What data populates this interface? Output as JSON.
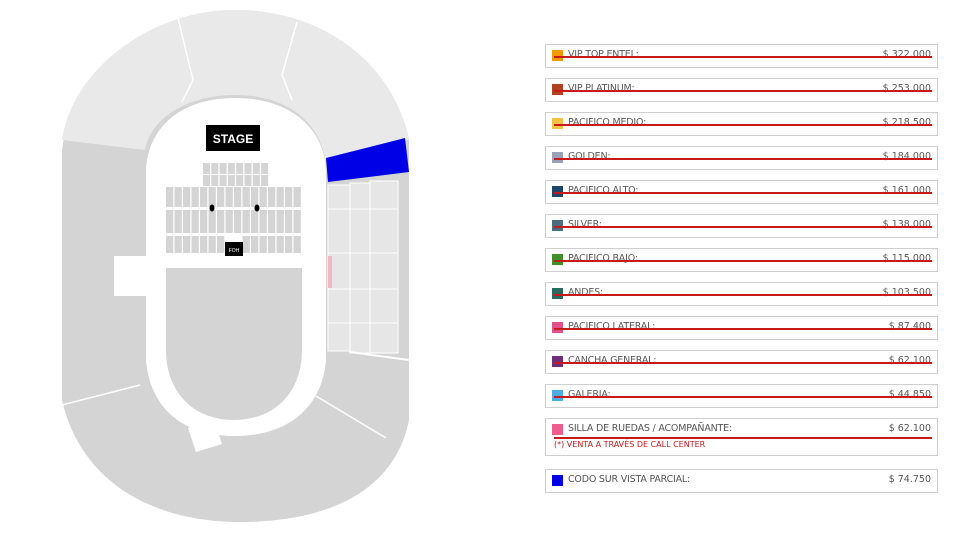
{
  "map": {
    "stage_label": "STAGE",
    "foh_label": "FOH",
    "colors": {
      "sold": "#d4d4d4",
      "upper": "#e9e9e9",
      "aisle": "#ffffff",
      "codo_sur": "#0000e6",
      "wheelchair": "#f4b6c2"
    }
  },
  "legend": [
    {
      "label": "VIP TOP ENTEL:",
      "price": "$ 322.000",
      "color": "#f29a00",
      "sold_out": true,
      "note": ""
    },
    {
      "label": "VIP PLATINUM:",
      "price": "$ 253.000",
      "color": "#b0421f",
      "sold_out": true,
      "note": ""
    },
    {
      "label": "PACIFICO MEDIO:",
      "price": "$ 218.500",
      "color": "#f5c242",
      "sold_out": true,
      "note": ""
    },
    {
      "label": "GOLDEN:",
      "price": "$ 184.000",
      "color": "#9aa0b5",
      "sold_out": true,
      "note": ""
    },
    {
      "label": "PACIFICO ALTO:",
      "price": "$ 161.000",
      "color": "#1e4669",
      "sold_out": true,
      "note": ""
    },
    {
      "label": "SILVER:",
      "price": "$ 138.000",
      "color": "#4a6d80",
      "sold_out": true,
      "note": ""
    },
    {
      "label": "PACIFICO BAJO:",
      "price": "$ 115.000",
      "color": "#3d8f26",
      "sold_out": true,
      "note": ""
    },
    {
      "label": "ANDES:",
      "price": "$ 103.500",
      "color": "#2b6a5e",
      "sold_out": true,
      "note": ""
    },
    {
      "label": "PACIFICO LATERAL:",
      "price": "$ 87.400",
      "color": "#e0508a",
      "sold_out": true,
      "note": ""
    },
    {
      "label": "CANCHA GENERAL:",
      "price": "$ 62.100",
      "color": "#6f2f7a",
      "sold_out": true,
      "note": ""
    },
    {
      "label": "GALERIA:",
      "price": "$ 44.850",
      "color": "#49aee0",
      "sold_out": true,
      "note": ""
    },
    {
      "label": "SILLA DE RUEDAS / ACOMPAÑANTE:",
      "price": "$ 62.100",
      "color": "#ee5d8e",
      "sold_out": false,
      "note": "(*) VENTA A TRAVÉS DE CALL CENTER"
    },
    {
      "label": "CODO SUR VISTA PARCIAL:",
      "price": "$ 74.750",
      "color": "#0000e6",
      "sold_out": false,
      "note": ""
    }
  ]
}
